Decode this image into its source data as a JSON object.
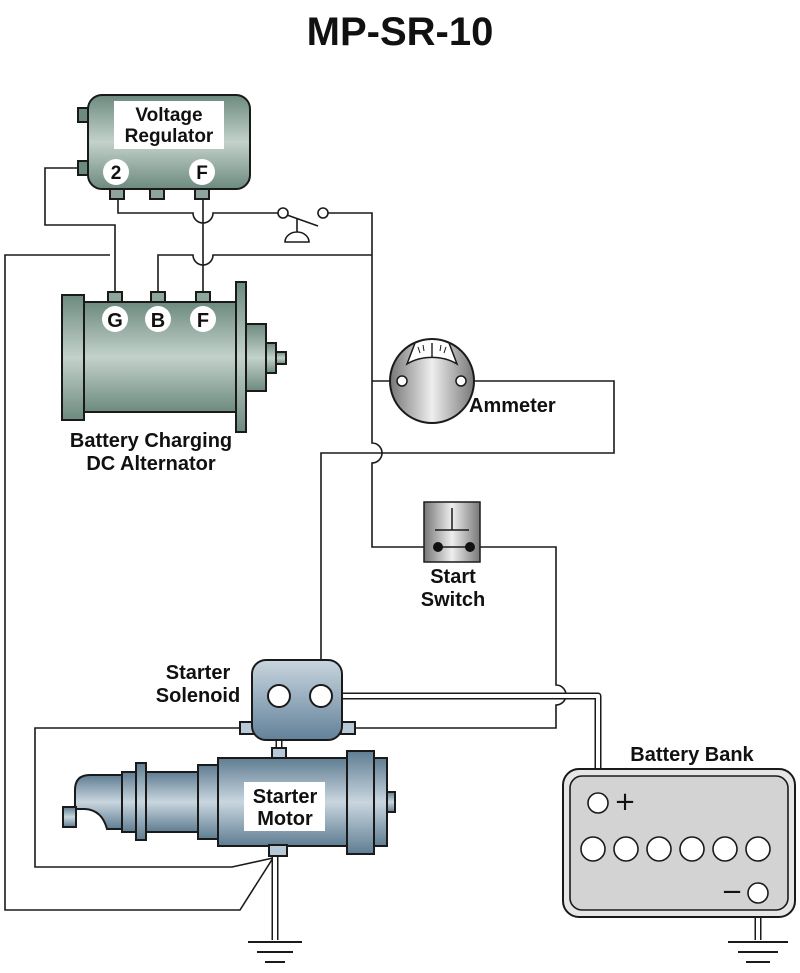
{
  "title": "MP-SR-10",
  "components": {
    "voltage_regulator": {
      "label_line1": "Voltage",
      "label_line2": "Regulator",
      "terminals": [
        "2",
        "F"
      ]
    },
    "alternator": {
      "label_line1": "Battery Charging",
      "label_line2": "DC Alternator",
      "terminals": [
        "G",
        "B",
        "F"
      ]
    },
    "ammeter": {
      "label": "Ammeter"
    },
    "start_switch": {
      "label_line1": "Start",
      "label_line2": "Switch"
    },
    "starter_solenoid": {
      "label_line1": "Starter",
      "label_line2": "Solenoid"
    },
    "starter_motor": {
      "label_line1": "Starter",
      "label_line2": "Motor"
    },
    "battery_bank": {
      "label": "Battery Bank",
      "positive": "+",
      "negative": "−",
      "cells": 6
    }
  },
  "colors": {
    "regulator_body": "#8fa59c",
    "alternator_body": "#8ea79b",
    "starter_body": "#7f98aa",
    "ammeter_body": "#bdbdbd",
    "battery_body": "#d3d3d3"
  }
}
